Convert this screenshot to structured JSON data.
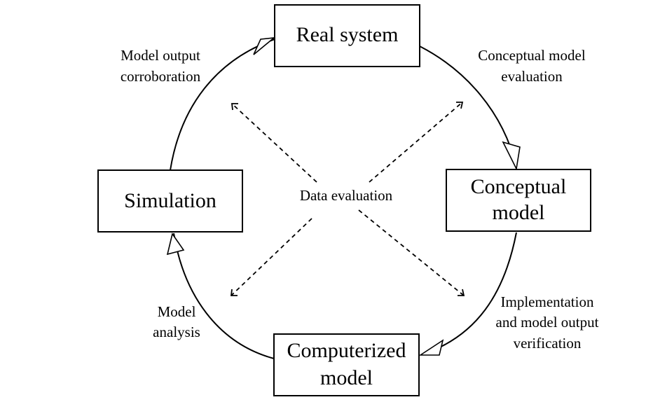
{
  "nodes": {
    "real_system": "Real system",
    "conceptual_model": [
      "Conceptual",
      "model"
    ],
    "computerized_model": [
      "Computerized",
      "model"
    ],
    "simulation": "Simulation"
  },
  "edges": {
    "conceptual_model_evaluation": [
      "Conceptual model",
      "evaluation"
    ],
    "implementation_verification": [
      "Implementation",
      "and model output",
      "verification"
    ],
    "model_analysis": [
      "Model",
      "analysis"
    ],
    "model_output_corroboration": [
      "Model output",
      "corroboration"
    ]
  },
  "center": {
    "data_evaluation": "Data evaluation"
  }
}
